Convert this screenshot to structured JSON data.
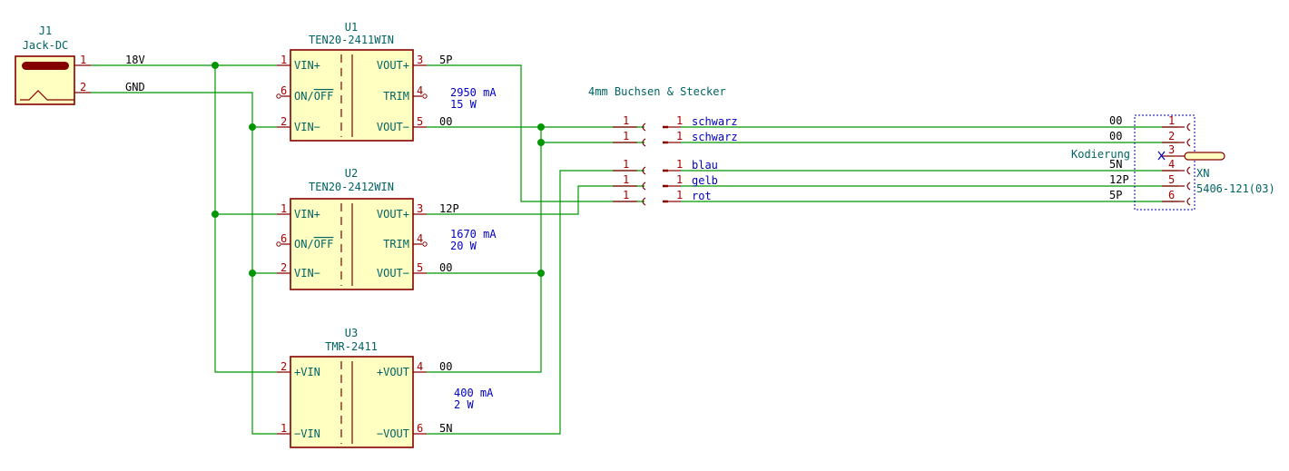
{
  "j1": {
    "ref": "J1",
    "value": "Jack-DC",
    "pins": [
      "1",
      "2"
    ]
  },
  "nets": {
    "v18": "18V",
    "gnd": "GND",
    "u1_out_p": "5P",
    "u1_out_n": "00",
    "u2_out_p": "12P",
    "u2_out_n": "00",
    "u3_out_p": "00",
    "u3_out_n": "5N"
  },
  "u1": {
    "ref": "U1",
    "value": "TEN20-2411WIN",
    "note1": "2950 mA",
    "note2": "15 W",
    "pins": [
      {
        "num": "1",
        "name": "VIN+"
      },
      {
        "num": "6",
        "name": "ON/"
      },
      {
        "num": "2",
        "name": "VIN−"
      },
      {
        "num": "3",
        "name": "VOUT+"
      },
      {
        "num": "4",
        "name": "TRIM"
      },
      {
        "num": "5",
        "name": "VOUT−"
      }
    ],
    "off_overbar": "OFF"
  },
  "u2": {
    "ref": "U2",
    "value": "TEN20-2412WIN",
    "note1": "1670 mA",
    "note2": "20 W",
    "pins": [
      {
        "num": "1",
        "name": "VIN+"
      },
      {
        "num": "6",
        "name": "ON/"
      },
      {
        "num": "2",
        "name": "VIN−"
      },
      {
        "num": "3",
        "name": "VOUT+"
      },
      {
        "num": "4",
        "name": "TRIM"
      },
      {
        "num": "5",
        "name": "VOUT−"
      }
    ],
    "off_overbar": "OFF"
  },
  "u3": {
    "ref": "U3",
    "value": "TMR-2411",
    "note1": "400 mA",
    "note2": "2 W",
    "pins": [
      {
        "num": "2",
        "name": "+VIN"
      },
      {
        "num": "1",
        "name": "−VIN"
      },
      {
        "num": "4",
        "name": "+VOUT"
      },
      {
        "num": "6",
        "name": "−VOUT"
      }
    ]
  },
  "banana": {
    "title": "4mm Buchsen & Stecker",
    "rows": [
      {
        "pin_left": "1",
        "pin_right": "1",
        "color": "schwarz"
      },
      {
        "pin_left": "1",
        "pin_right": "1",
        "color": "schwarz"
      },
      {
        "pin_left": "1",
        "pin_right": "1",
        "color": "blau"
      },
      {
        "pin_left": "1",
        "pin_right": "1",
        "color": "gelb"
      },
      {
        "pin_left": "1",
        "pin_right": "1",
        "color": "rot"
      }
    ]
  },
  "xn": {
    "ref": "XN",
    "value": "5406-121(03)",
    "coding": "Kodierung",
    "pins": [
      "1",
      "2",
      "3",
      "4",
      "5",
      "6"
    ],
    "nets": [
      "00",
      "00",
      "5N",
      "12P",
      "5P"
    ]
  }
}
